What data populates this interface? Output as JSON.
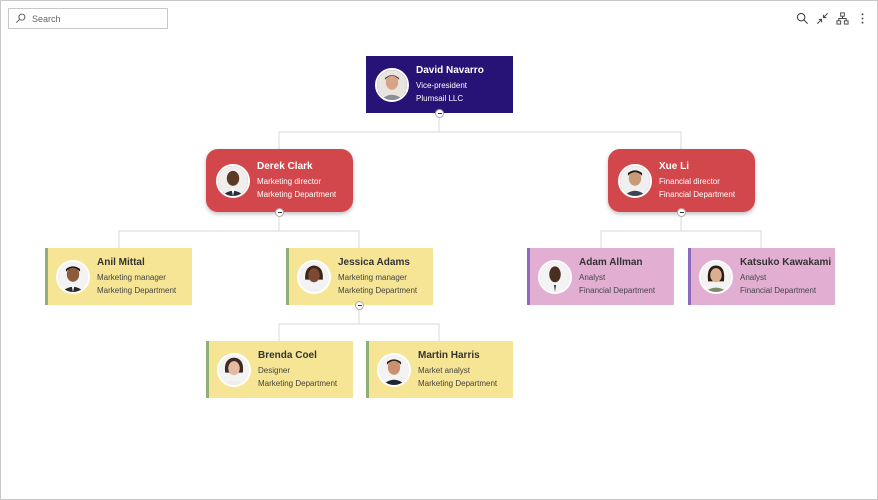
{
  "search": {
    "placeholder": "Search"
  },
  "toolbar": {
    "icons": [
      "search-icon",
      "collapse-arrows-icon",
      "org-chart-icon",
      "more-vertical-icon"
    ]
  },
  "colors": {
    "root_bg": "#271376",
    "director_bg": "#d2474c",
    "marketing_bg": "#f6e595",
    "marketing_border": "#8fae78",
    "finance_bg": "#e2afd2",
    "finance_border": "#8c6ac0",
    "connector": "#d9d9d9"
  },
  "nodes": {
    "root": {
      "name": "David Navarro",
      "title": "Vice-president",
      "dept": "Plumsail LLC"
    },
    "derek": {
      "name": "Derek Clark",
      "title": "Marketing director",
      "dept": "Marketing Department"
    },
    "xue": {
      "name": "Xue Li",
      "title": "Financial director",
      "dept": "Financial Department"
    },
    "anil": {
      "name": "Anil Mittal",
      "title": "Marketing manager",
      "dept": "Marketing Department"
    },
    "jessica": {
      "name": "Jessica Adams",
      "title": "Marketing manager",
      "dept": "Marketing Department"
    },
    "adam": {
      "name": "Adam Allman",
      "title": "Analyst",
      "dept": "Financial Department"
    },
    "katsuko": {
      "name": "Katsuko Kawakami",
      "title": "Analyst",
      "dept": "Financial Department"
    },
    "brenda": {
      "name": "Brenda Coel",
      "title": "Designer",
      "dept": "Marketing Department"
    },
    "martin": {
      "name": "Martin Harris",
      "title": "Market analyst",
      "dept": "Marketing Department"
    }
  }
}
